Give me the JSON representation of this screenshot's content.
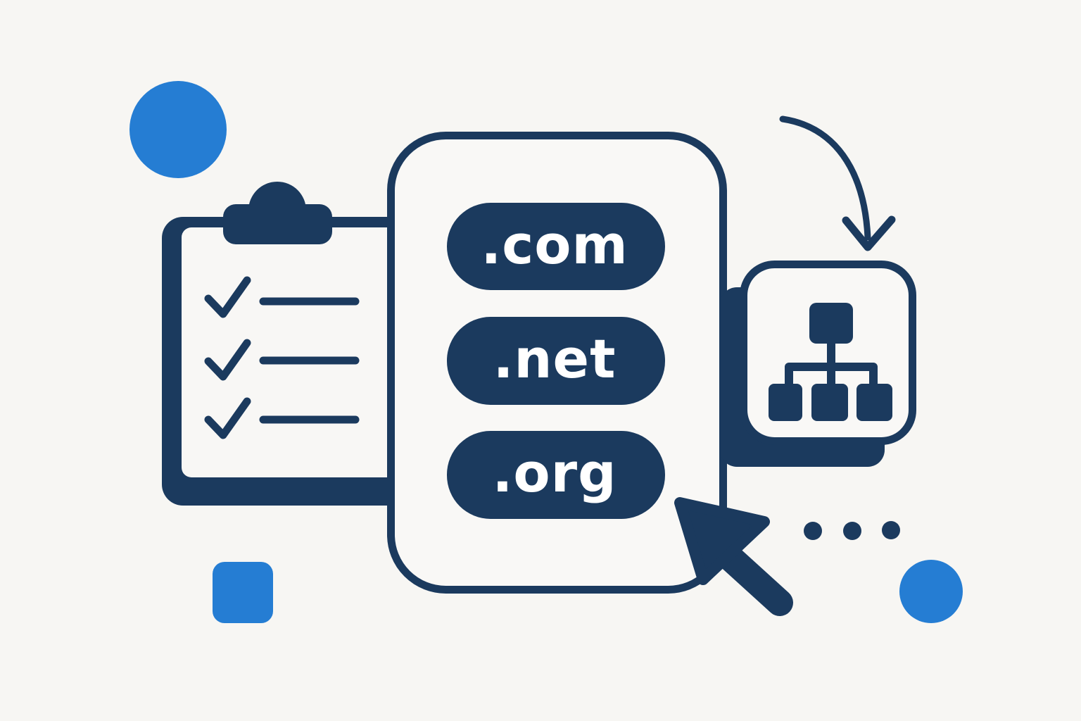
{
  "illustration": {
    "description": "Flat illustration of domain name extensions with checklist clipboard, domain card, sitemap card, arrows and decorative shapes",
    "background_color": "#f7f6f3",
    "palette": {
      "navy": "#1b3a5e",
      "accent_blue": "#257dd3",
      "card_fill": "#f9f8f6",
      "text_white": "#ffffff"
    },
    "domain_card": {
      "pills": [
        {
          "label": ".com"
        },
        {
          "label": ".net"
        },
        {
          "label": ".org"
        }
      ]
    },
    "checklist": {
      "rows": 3
    },
    "decorations": {
      "dots_count": 3
    }
  }
}
